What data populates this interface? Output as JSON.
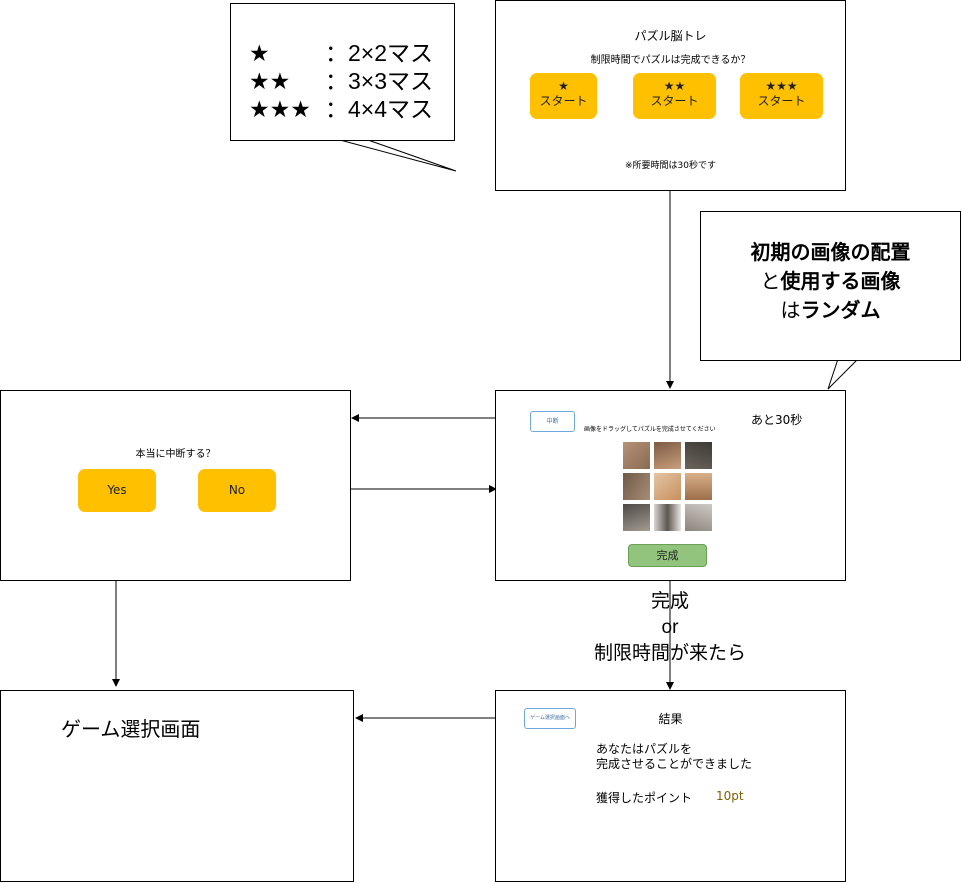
{
  "callout_stars": {
    "rows": [
      {
        "stars": "★",
        "text": "：2×2マス"
      },
      {
        "stars": "★★",
        "text": "：3×3マス"
      },
      {
        "stars": "★★★",
        "text": "：4×4マス"
      }
    ]
  },
  "title_screen": {
    "title": "パズル脳トレ",
    "subtitle": "制限時間でパズルは完成できるか？",
    "buttons": [
      {
        "stars": "★",
        "label": "スタート"
      },
      {
        "stars": "★★",
        "label": "スタート"
      },
      {
        "stars": "★★★",
        "label": "スタート"
      }
    ],
    "note": "※所要時間は30秒です"
  },
  "callout_random": {
    "line1": "初期の画像の配置",
    "line2_pre": "と",
    "line2_bold": "使用する画像",
    "line3_pre": "は",
    "line3_bold": "ランダム"
  },
  "puzzle_screen": {
    "interrupt_label": "中断",
    "timer": "あと30秒",
    "instruction": "画像をドラッグしてパズルを完成させてください",
    "complete_label": "完成"
  },
  "confirm_screen": {
    "question": "本当に中断する？",
    "yes_label": "Yes",
    "no_label": "No"
  },
  "transition_label": {
    "line1": "完成",
    "line2": "or",
    "line3": "制限時間が来たら"
  },
  "game_select_screen": {
    "title": "ゲーム選択画面"
  },
  "result_screen": {
    "back_label": "ゲーム選択画面へ",
    "title": "結果",
    "message_line1": "あなたはパズルを",
    "message_line2": "完成させることができました",
    "points_label": "獲得したポイント",
    "points_value": "10pt"
  },
  "colors": {
    "start_button": "#ffc000",
    "complete_button": "#93c47d",
    "points_value": "#7f6000",
    "small_button_border": "#6fa8dc"
  }
}
